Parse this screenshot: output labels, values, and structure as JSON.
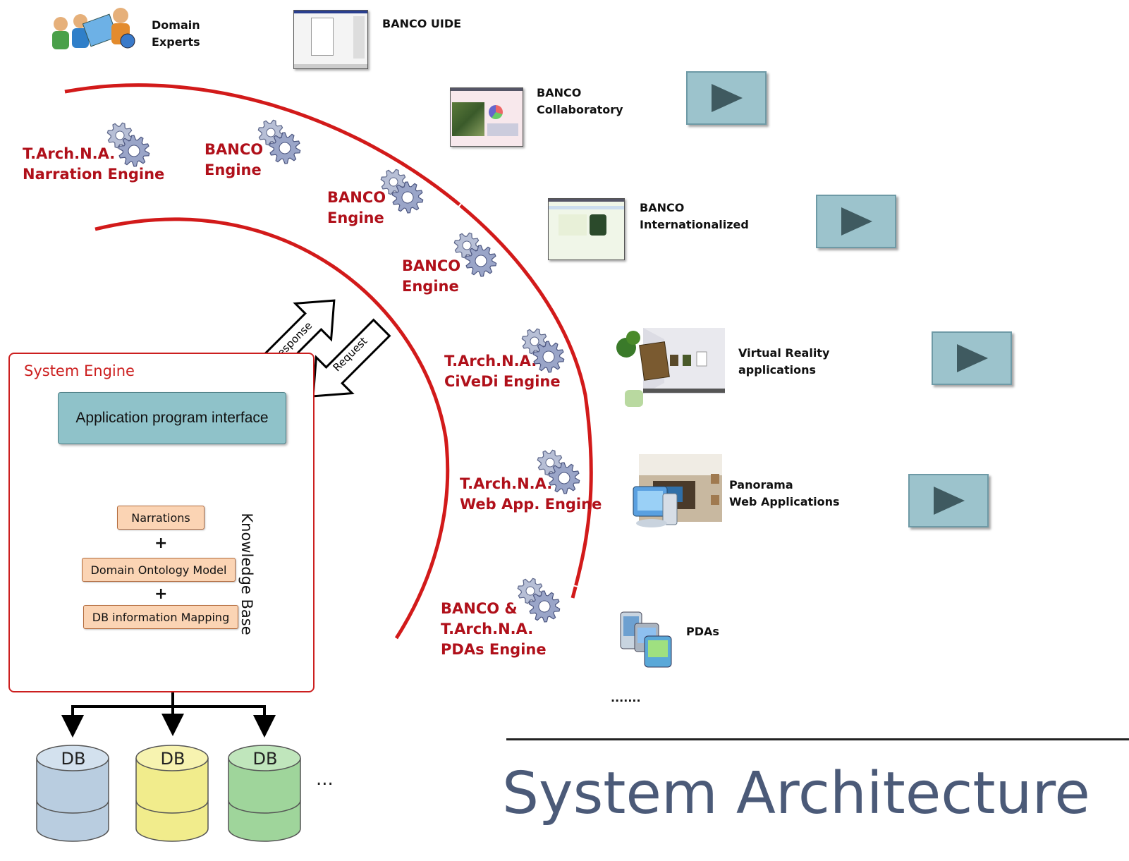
{
  "title": "System Architecture",
  "top": {
    "domain_experts": [
      "Domain",
      "Experts"
    ],
    "banco_uide": "BANCO UIDE"
  },
  "engines": {
    "tarchna_narration": [
      "T.Arch.N.A.",
      "Narration Engine"
    ],
    "banco_1": [
      "BANCO",
      "Engine"
    ],
    "banco_2": [
      "BANCO",
      "Engine"
    ],
    "banco_3": [
      "BANCO",
      "Engine"
    ],
    "tarchna_civedi": [
      "T.Arch.N.A.",
      "CiVeDi Engine"
    ],
    "tarchna_webapp": [
      "T.Arch.N.A.",
      "Web App. Engine"
    ],
    "pdas": [
      "BANCO &",
      "T.Arch.N.A.",
      "PDAs Engine"
    ]
  },
  "applications": {
    "banco_collaboratory": [
      "BANCO",
      "Collaboratory"
    ],
    "banco_internationalized": [
      "BANCO",
      "Internationalized"
    ],
    "virtual_reality": [
      "Virtual Reality",
      "applications"
    ],
    "panorama": [
      "Panorama",
      "Web Applications"
    ],
    "pdas": "PDAs",
    "more": "......."
  },
  "arrows": {
    "response": "Response",
    "request": "Request"
  },
  "system_engine": {
    "title": "System Engine",
    "api": "Application program interface",
    "knowledge_base": "Knowledge Base",
    "narrations": "Narrations",
    "plus": "+",
    "domain_ontology": "Domain Ontology Model",
    "db_mapping": "DB information Mapping"
  },
  "databases": {
    "labels": [
      "DB",
      "DB",
      "DB"
    ],
    "ellipsis": "...",
    "colors": [
      "#b9cde0",
      "#f1ec8c",
      "#9fd59b"
    ]
  },
  "colors": {
    "accent_red": "#b0101a",
    "arc_red": "#d21a1a",
    "title_color": "#4b5a78",
    "api_fill": "#8fc2c9",
    "kb_fill": "#fde3a7",
    "play_fill": "#9cc3cc"
  }
}
